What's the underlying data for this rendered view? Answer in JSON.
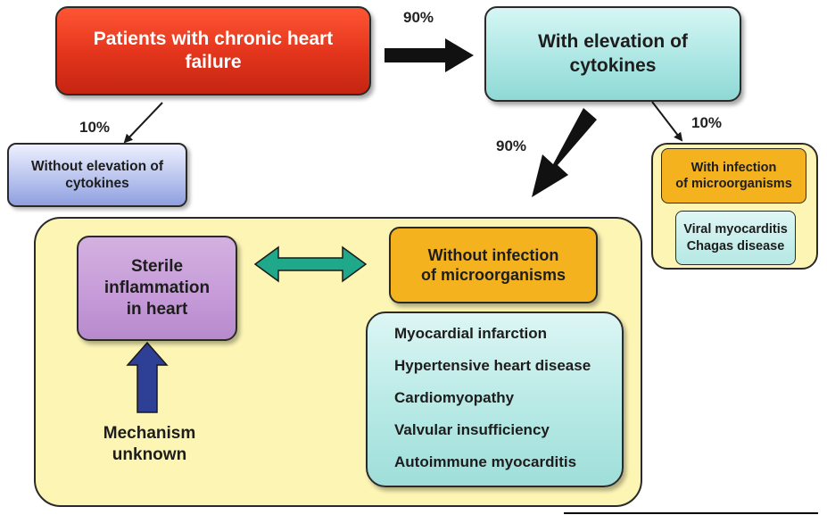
{
  "nodes": {
    "chf": {
      "line1": "Patients with chronic heart",
      "line2": "failure"
    },
    "elevation": {
      "line1": "With elevation of",
      "line2": "cytokines"
    },
    "no_elevation": {
      "line1": "Without elevation of",
      "line2": "cytokines"
    },
    "with_infection": {
      "line1": "With infection",
      "line2": "of microorganisms"
    },
    "viral": {
      "line1": "Viral myocarditis",
      "line2": "Chagas disease"
    },
    "sterile": {
      "line1": "Sterile",
      "line2": "inflammation",
      "line3": "in heart"
    },
    "without_infection": {
      "line1": "Without infection",
      "line2": "of microorganisms"
    },
    "diseases": [
      "Myocardial infarction",
      "Hypertensive heart disease",
      "Cardiomyopathy",
      "Valvular insufficiency",
      "Autoimmune myocarditis"
    ],
    "mechanism": {
      "line1": "Mechanism",
      "line2": "unknown"
    }
  },
  "percentages": {
    "chf_to_elevation": "90%",
    "chf_to_no_elevation": "10%",
    "elevation_to_infection": "10%",
    "elevation_to_sterile": "90%"
  },
  "colors": {
    "chf": "#e2341c",
    "elevation": "#a9e5e2",
    "no_elevation": "#bac5ee",
    "infection_box": "#f4b21e",
    "panel": "#fdf5b4",
    "sterile": "#c59ad8",
    "double_arrow": "#1fa88a",
    "up_arrow": "#2e3f96"
  }
}
